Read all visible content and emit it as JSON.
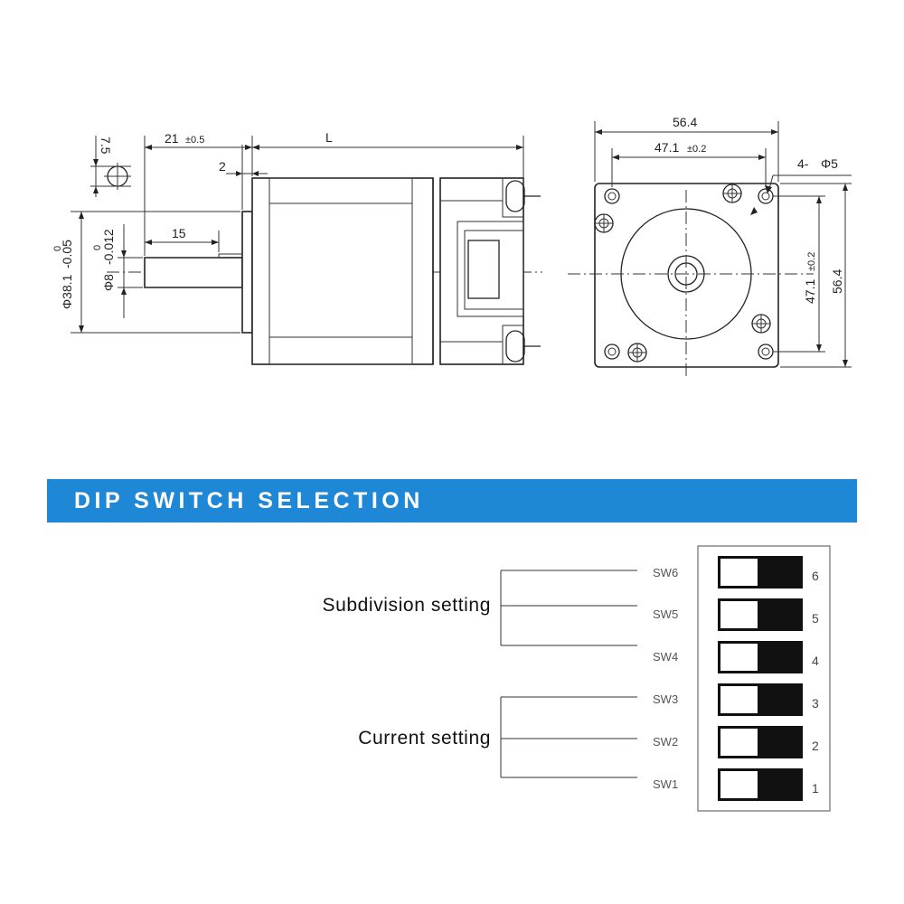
{
  "side_view": {
    "dim_shaft_top": "7.5",
    "dim_flange_len": "21",
    "dim_flange_tol": "±0.5",
    "dim_body_len": "L",
    "dim_step": "2",
    "dim_shaft_len": "15",
    "dim_pilot_diam": "Φ38.1",
    "dim_pilot_tol_upper": "0",
    "dim_pilot_tol_lower": "-0.05",
    "dim_shaft_diam": "Φ8",
    "dim_shaft_tol_upper": "0",
    "dim_shaft_tol_lower": "-0.012"
  },
  "front_view": {
    "dim_width": "56.4",
    "dim_hole_spacing": "47.1",
    "dim_hole_spacing_tol": "±0.2",
    "dim_holes": "4-",
    "dim_holes_diam": "Φ5",
    "dim_height": "56.4",
    "dim_v_hole_spacing": "47.1",
    "dim_v_hole_spacing_tol": "±0.2"
  },
  "banner": {
    "title": "DIP SWITCH SELECTION",
    "color": "#1e88d6"
  },
  "dip": {
    "groups": [
      {
        "label": "Subdivision setting"
      },
      {
        "label": "Current setting"
      }
    ],
    "switches": [
      {
        "name": "SW6",
        "number": "6"
      },
      {
        "name": "SW5",
        "number": "5"
      },
      {
        "name": "SW4",
        "number": "4"
      },
      {
        "name": "SW3",
        "number": "3"
      },
      {
        "name": "SW2",
        "number": "2"
      },
      {
        "name": "SW1",
        "number": "1"
      }
    ]
  }
}
